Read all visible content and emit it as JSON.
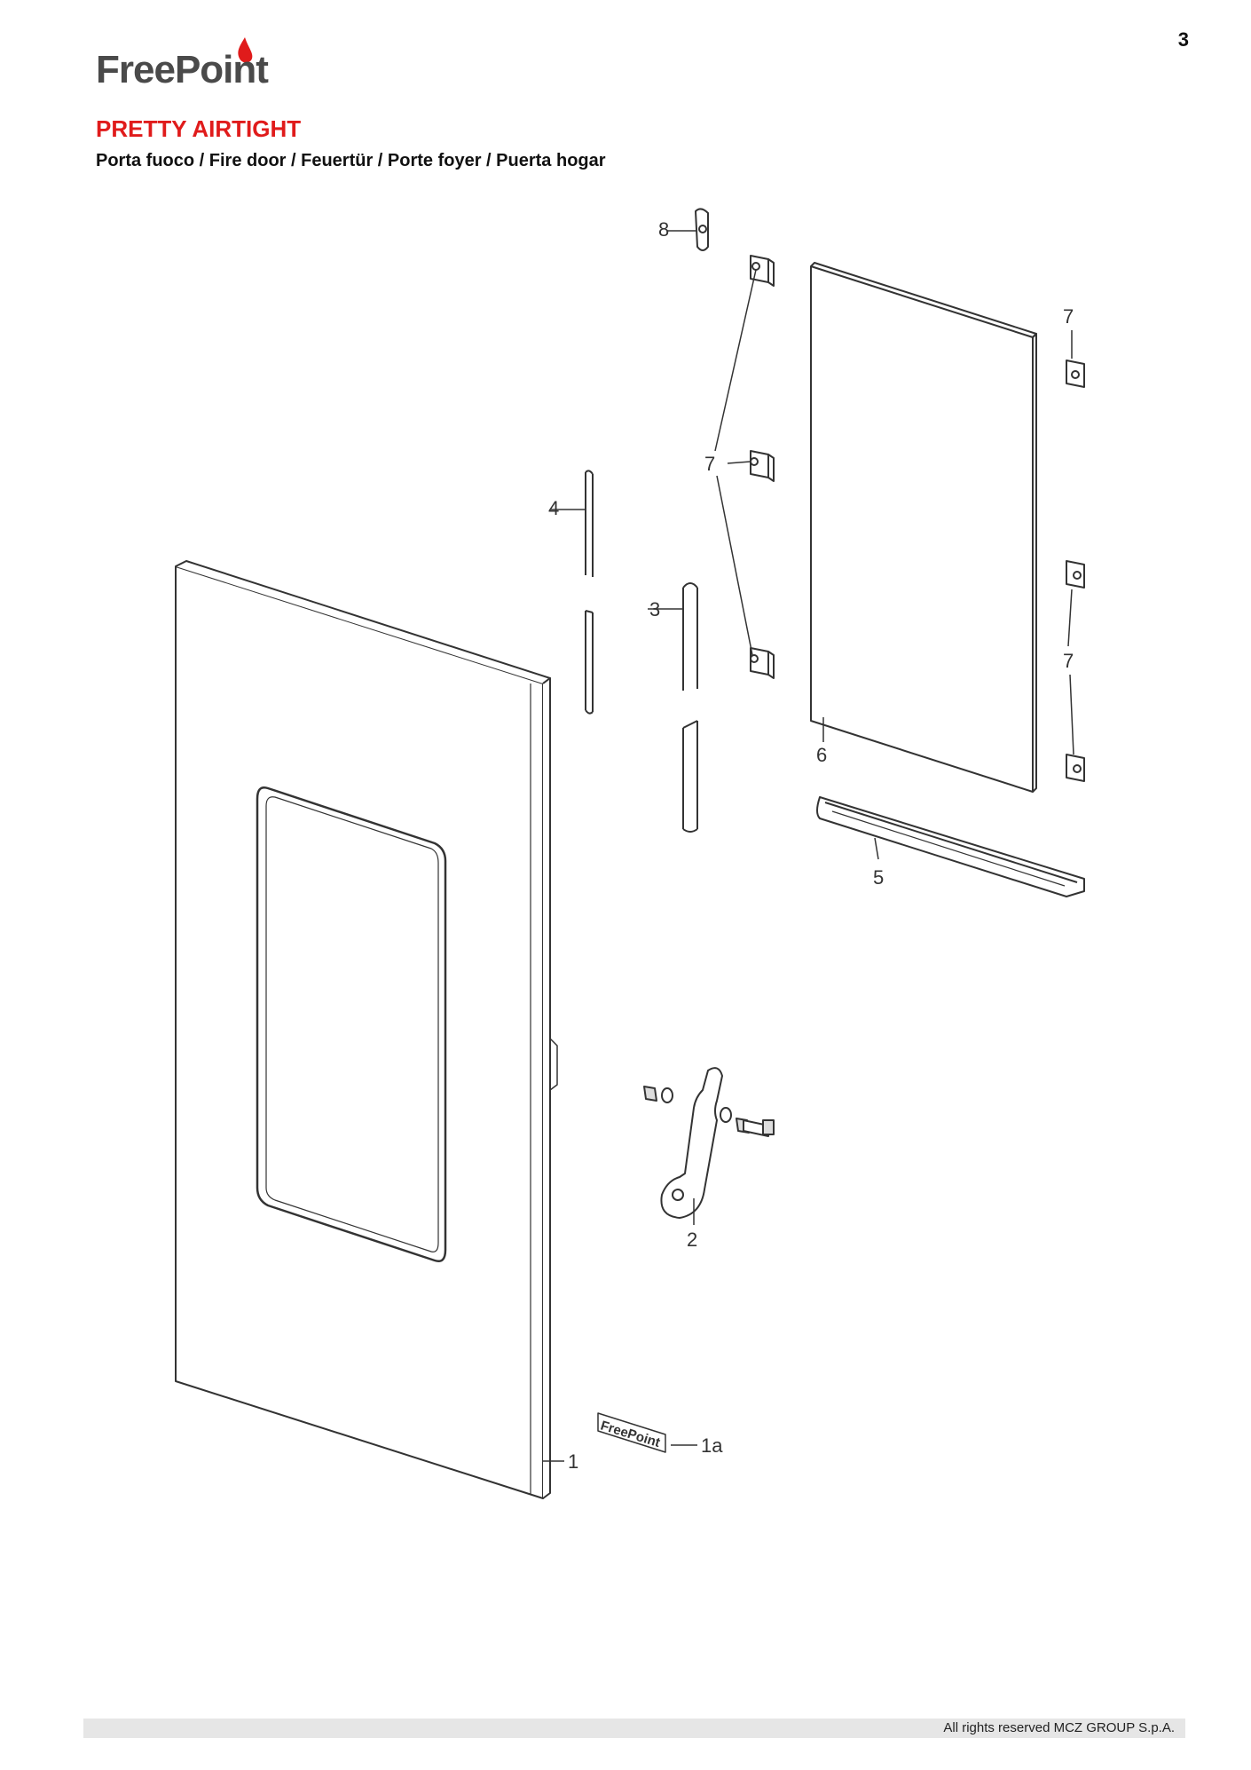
{
  "page_number": "3",
  "brand": {
    "name": "FreePoint",
    "flame_color": "#e01b1b",
    "text_color": "#4a4a4a"
  },
  "title": "PRETTY AIRTIGHT",
  "subtitle": "Porta fuoco / Fire door / Feuertür / Porte foyer / Puerta hogar",
  "diagram": {
    "callouts": [
      {
        "id": "c8",
        "label": "8"
      },
      {
        "id": "c7a",
        "label": "7"
      },
      {
        "id": "c7b",
        "label": "7"
      },
      {
        "id": "c7c",
        "label": "7"
      },
      {
        "id": "c4",
        "label": "4"
      },
      {
        "id": "c3",
        "label": "3"
      },
      {
        "id": "c6",
        "label": "6"
      },
      {
        "id": "c5",
        "label": "5"
      },
      {
        "id": "c2",
        "label": "2"
      },
      {
        "id": "c1a",
        "label": "1a"
      },
      {
        "id": "c1",
        "label": "1"
      }
    ],
    "badge_text": "FreePoint"
  },
  "footer": {
    "copyright": "All rights reserved MCZ GROUP S.p.A."
  }
}
